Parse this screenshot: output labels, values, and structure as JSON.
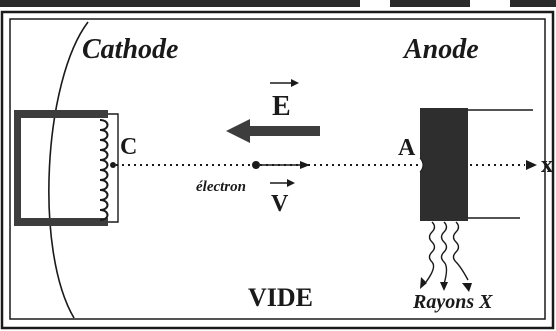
{
  "labels": {
    "cathode": "Cathode",
    "anode": "Anode",
    "point_c": "C",
    "point_a": "A",
    "field": "E",
    "velocity": "V",
    "electron": "électron",
    "vacuum": "VIDE",
    "rays": "Rayons X",
    "axis": "x"
  },
  "colors": {
    "ink": "#1a1a1a",
    "electrode_gray": "#3d3d3d",
    "anode_fill": "#2e2e2e"
  }
}
